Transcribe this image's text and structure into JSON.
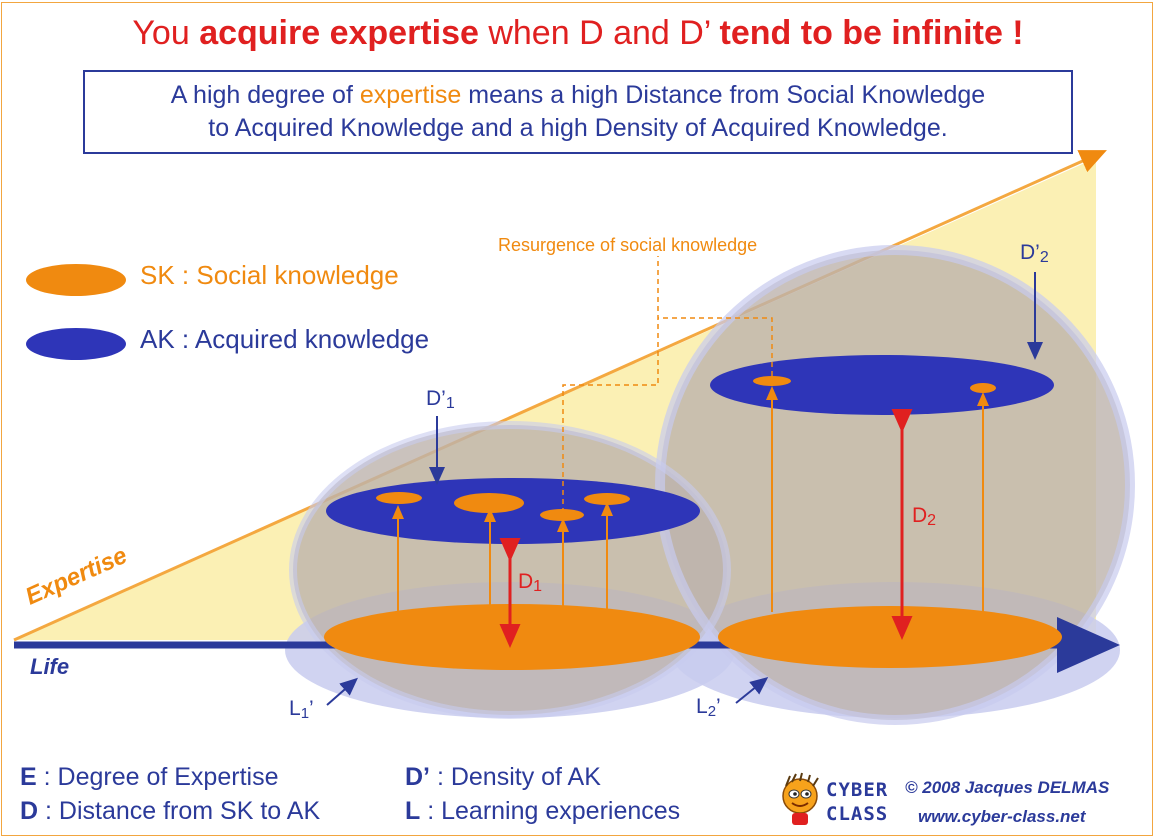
{
  "title": {
    "part1": "You ",
    "part2_bold": "acquire expertise",
    "part3": " when D and D’ ",
    "part4_bold": "tend to be",
    "part5": " ",
    "part6_bold": "infinite !"
  },
  "subtitle": {
    "line1_pre": "A high degree of ",
    "line1_highlight": "expertise",
    "line1_post": " means a high Distance from Social Knowledge",
    "line2": "to Acquired Knowledge and a high Density of Acquired Knowledge."
  },
  "legend": {
    "sk": "SK : Social knowledge",
    "ak": "AK : Acquired knowledge"
  },
  "labels": {
    "expertise": "Expertise",
    "life": "Life",
    "resurgence": "Resurgence of social knowledge",
    "d1prime_main": "D’",
    "d1prime_sub": "1",
    "d2prime_main": "D’",
    "d2prime_sub": "2",
    "d1_main": "D",
    "d1_sub": "1",
    "d2_main": "D",
    "d2_sub": "2",
    "l1prime_main": "L",
    "l1prime_sub": "1",
    "l1prime_end": "’",
    "l2prime_main": "L",
    "l2prime_sub": "2",
    "l2prime_end": "’"
  },
  "footer": {
    "e_key": "E",
    "e_text": " : Degree of Expertise",
    "d_key": "D",
    "d_text": " : Distance from SK to AK",
    "dp_key": "D’",
    "dp_text": " : Density of AK",
    "l_key": "L",
    "l_text": " : Learning experiences",
    "logo_line1": "CYBER",
    "logo_line2": "CLASS",
    "copyright": "© 2008 Jacques DELMAS",
    "website": "www.cyber-class.net"
  },
  "colors": {
    "orange": "#f08a10",
    "blue": "#2b3a9a",
    "red": "#e02020",
    "yellow": "#fbf0b4",
    "sphere": "#c9bfae",
    "halo": "#c8cbee"
  }
}
